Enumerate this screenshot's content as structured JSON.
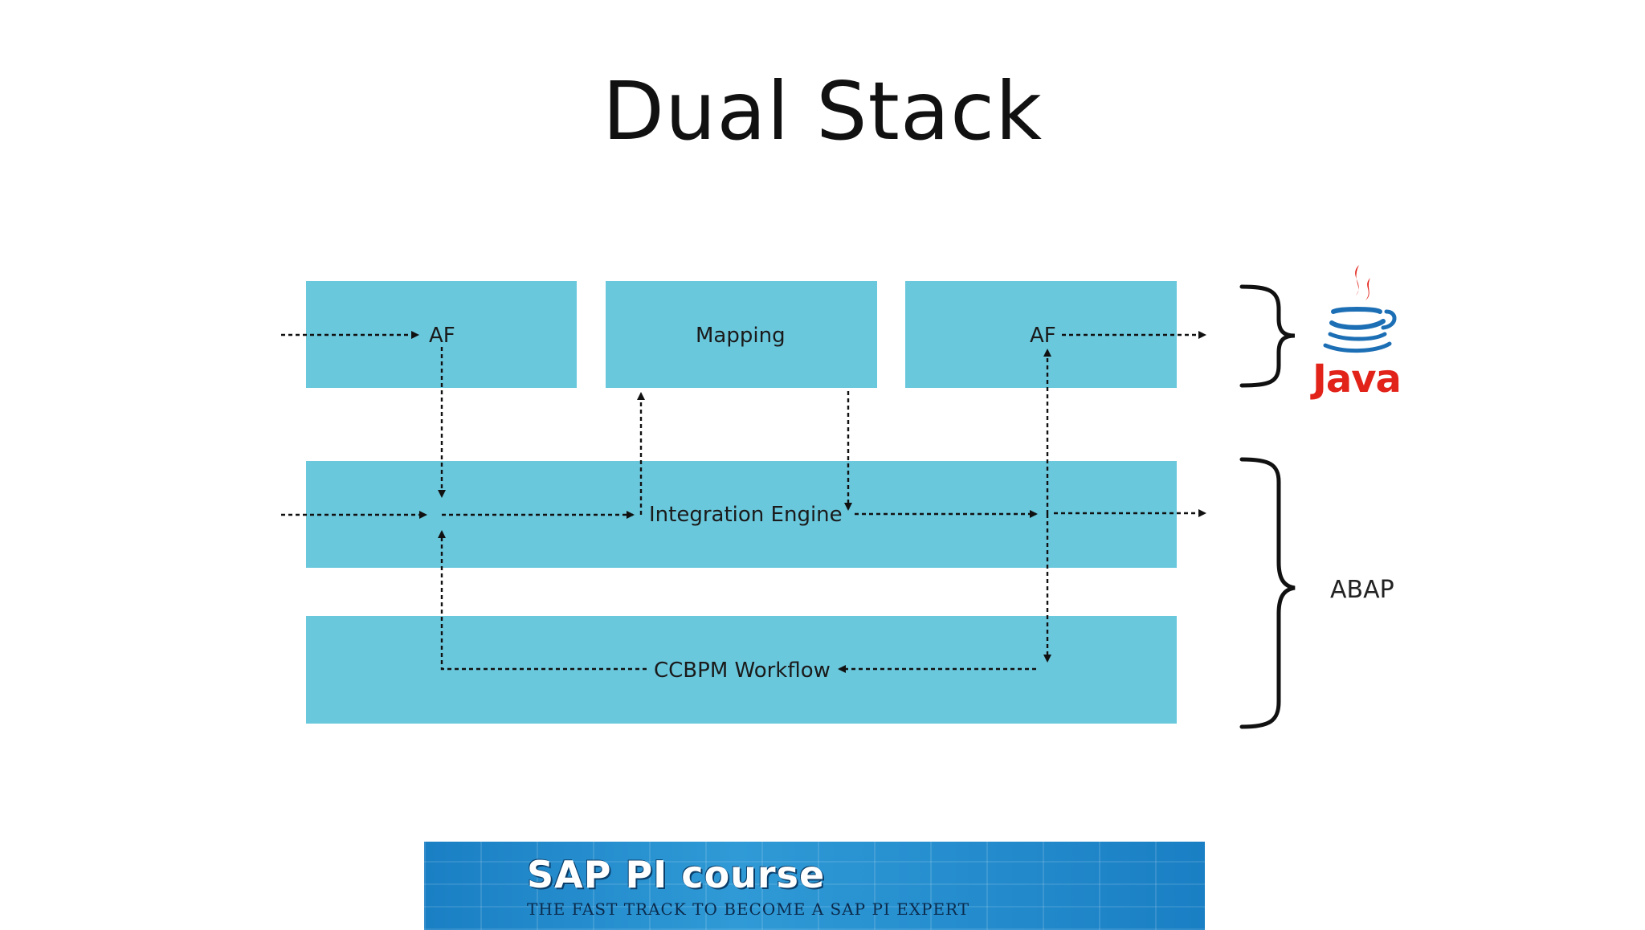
{
  "slide": {
    "title": "Dual Stack"
  },
  "diagram": {
    "box_color": "#6ac8dd",
    "nodes": {
      "af_left": "AF",
      "mapping": "Mapping",
      "af_right": "AF",
      "integration_engine": "Integration Engine",
      "ccbpm_workflow": "CCBPM Workflow"
    },
    "stacks": {
      "java_label": "Java",
      "abap_label": "ABAP"
    }
  },
  "banner": {
    "title": "SAP PI course",
    "subtitle": "THE FAST TRACK TO BECOME A SAP PI EXPERT"
  },
  "icons": {
    "java": "java-coffee-cup-icon",
    "brace": "curly-brace-icon"
  }
}
